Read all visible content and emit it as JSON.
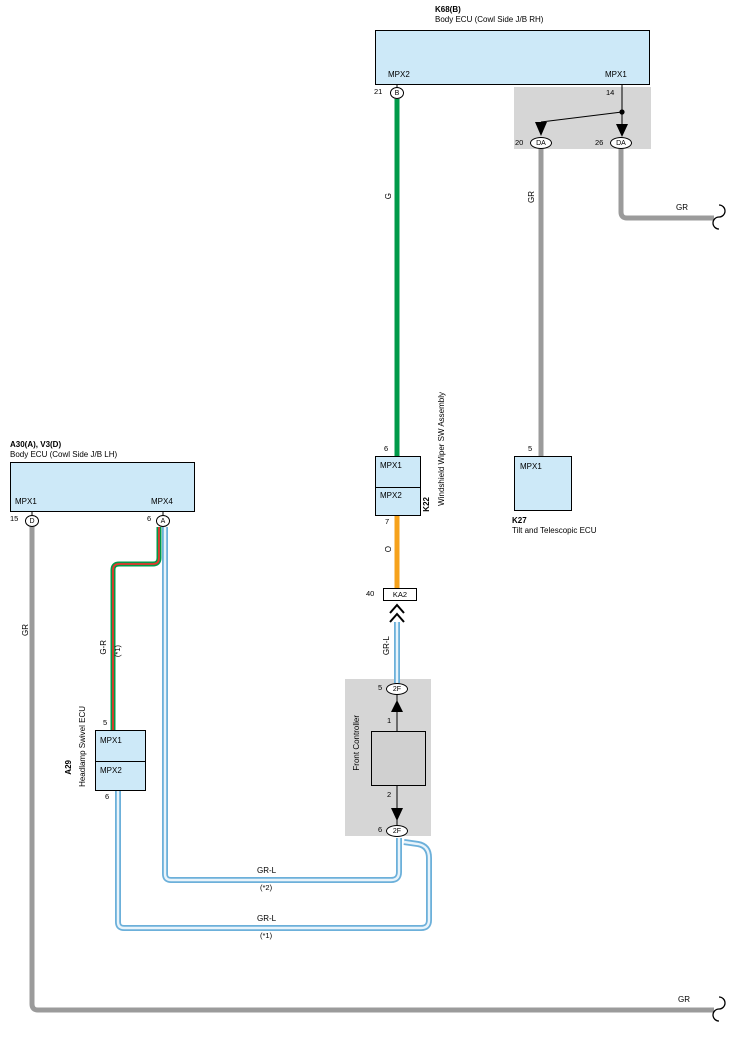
{
  "colors": {
    "component_fill": "#cde9f8",
    "shade_fill": "#d6d6d6",
    "inner_box_fill": "#d0d0d0",
    "wire_green": "#009a49",
    "wire_orange": "#f6a21c",
    "wire_gray": "#9b9b9b",
    "wire_blue_outer": "#6cb0da",
    "wire_blue_inner": "#e9f4fb",
    "wire_red_stripe": "#e8352c"
  },
  "k68": {
    "code": "K68(B)",
    "name": "Body ECU (Cowl Side J/B RH)",
    "port_left": "MPX2",
    "port_right": "MPX1",
    "pin_left": "21",
    "conn_left": "B",
    "pin_right": "14",
    "pin_da_left": "20",
    "conn_da_left": "DA",
    "pin_da_right": "26",
    "conn_da_right": "DA"
  },
  "k22": {
    "code": "K22",
    "name": "Windshield Wiper SW Assembly",
    "port_top": "MPX1",
    "port_bottom": "MPX2",
    "pin_top": "6",
    "pin_bottom": "7"
  },
  "k27": {
    "code": "K27",
    "name": "Tilt and Telescopic ECU",
    "port": "MPX1",
    "pin_top": "5"
  },
  "a30": {
    "code": "A30(A), V3(D)",
    "name": "Body ECU (Cowl Side J/B LH)",
    "port_left": "MPX1",
    "port_right": "MPX4",
    "pin_left": "15",
    "conn_left": "D",
    "pin_right": "6",
    "conn_right": "A"
  },
  "a29": {
    "code": "A29",
    "name": "Headlamp Swivel ECU",
    "port_top": "MPX1",
    "port_bottom": "MPX2",
    "pin_top": "5",
    "pin_bottom": "6"
  },
  "front_controller": {
    "name": "Front Controller",
    "pin_top_conn": "5",
    "conn_top": "2F",
    "pin_in": "1",
    "pin_out": "2",
    "pin_bottom_conn": "6",
    "conn_bottom": "2F"
  },
  "ka2": {
    "pin": "40",
    "label": "KA2"
  },
  "wires": {
    "g": "G",
    "gr_to_k27": "GR",
    "gr_top_right": "GR",
    "o": "O",
    "grl_mid": "GR-L",
    "gr_left": "GR",
    "gr_bottom_right": "GR",
    "g_r": "G-R",
    "g_r_note": "(*1)",
    "grl_run_a": "GR-L",
    "grl_run_a_note": "(*2)",
    "grl_run_b": "GR-L",
    "grl_run_b_note": "(*1)"
  }
}
